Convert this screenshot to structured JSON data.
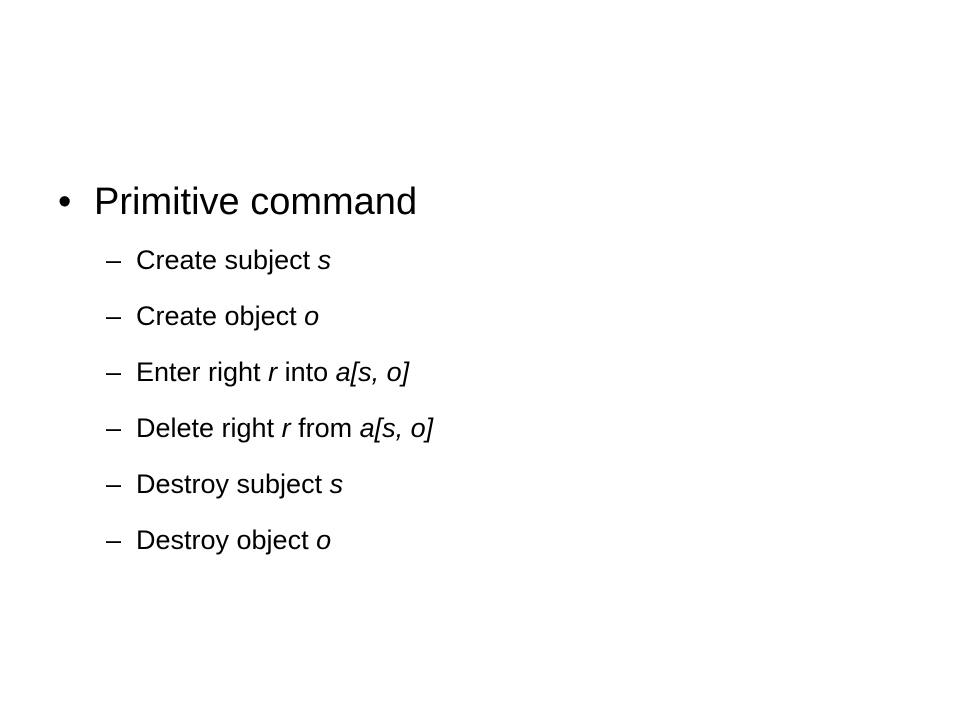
{
  "slide": {
    "bullet": {
      "marker": "•",
      "text": "Primitive command"
    },
    "dash_marker": "–",
    "items": [
      {
        "segments": [
          {
            "text": "Create subject "
          },
          {
            "text": "s",
            "italic": true
          }
        ]
      },
      {
        "segments": [
          {
            "text": "Create object "
          },
          {
            "text": "o",
            "italic": true
          }
        ]
      },
      {
        "segments": [
          {
            "text": "Enter right "
          },
          {
            "text": "r",
            "italic": true
          },
          {
            "text": " into "
          },
          {
            "text": "a[s, o]",
            "italic": true
          }
        ]
      },
      {
        "segments": [
          {
            "text": "Delete right "
          },
          {
            "text": "r",
            "italic": true
          },
          {
            "text": " from "
          },
          {
            "text": "a[s, o]",
            "italic": true
          }
        ]
      },
      {
        "segments": [
          {
            "text": "Destroy subject "
          },
          {
            "text": "s",
            "italic": true
          }
        ]
      },
      {
        "segments": [
          {
            "text": "Destroy object "
          },
          {
            "text": "o",
            "italic": true
          }
        ]
      }
    ]
  }
}
